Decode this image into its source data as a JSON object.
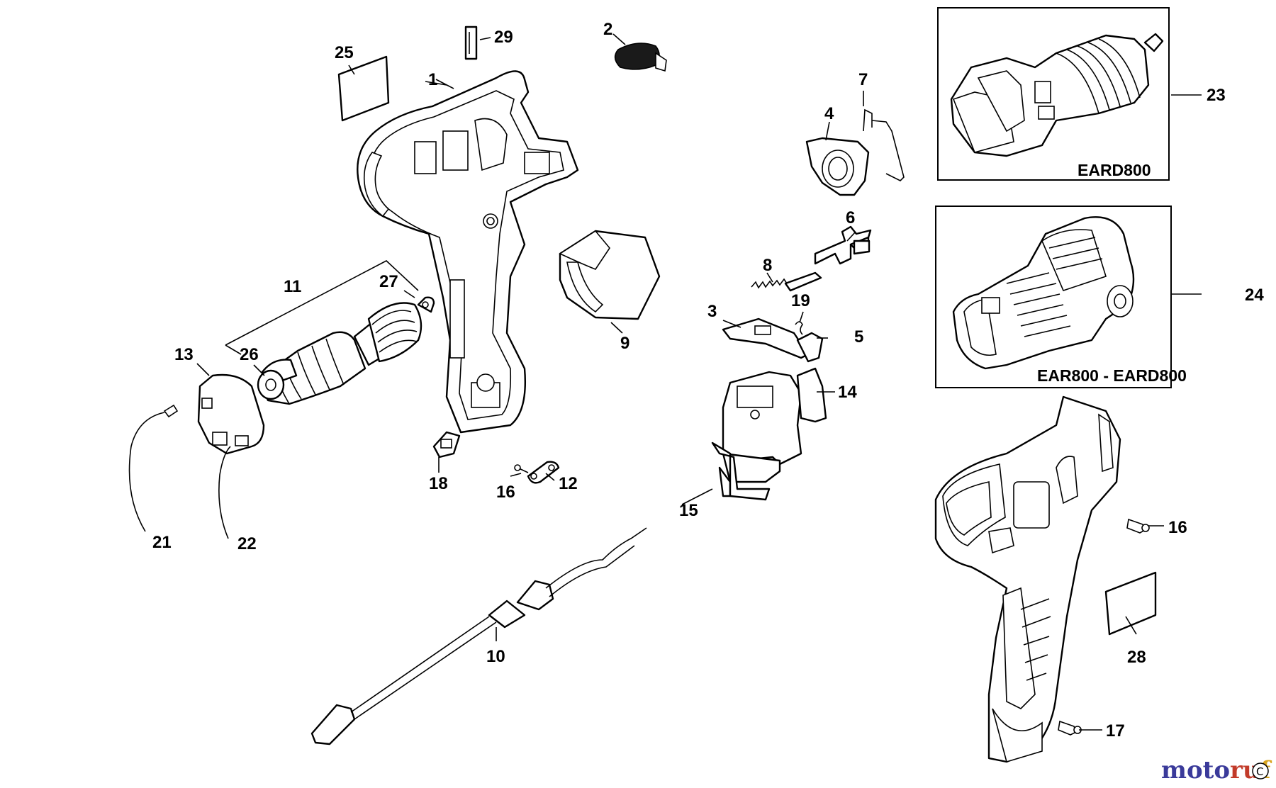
{
  "callouts": {
    "n1": "1",
    "n2": "2",
    "n3": "3",
    "n4": "4",
    "n5": "5",
    "n6": "6",
    "n7": "7",
    "n8": "8",
    "n9": "9",
    "n10": "10",
    "n11": "11",
    "n12": "12",
    "n13": "13",
    "n14": "14",
    "n15": "15",
    "n16a": "16",
    "n16b": "16",
    "n17": "17",
    "n18": "18",
    "n19": "19",
    "n21": "21",
    "n22": "22",
    "n23": "23",
    "n24": "24",
    "n25": "25",
    "n26": "26",
    "n27": "27",
    "n28": "28",
    "n29": "29"
  },
  "boxes": {
    "chuck_box_label": "EARD800",
    "multi_box_label": "EAR800 - EARD800"
  },
  "watermark": {
    "text": "motoruf",
    "colors": {
      "blue": "#3a3a9a",
      "red": "#c23b2a",
      "gold": "#d9a520"
    }
  }
}
